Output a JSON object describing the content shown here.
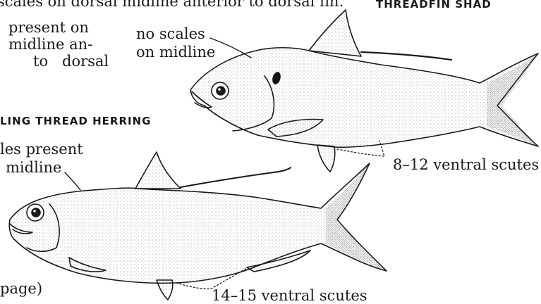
{
  "header": {
    "line": "scales on dorsal midline anterior to dorsal fin.",
    "species_top": "THREADFIN SHAD"
  },
  "left_text": {
    "line1": "present on",
    "line2": "midline an-",
    "line3a": "to",
    "line3b": "dorsal"
  },
  "species_bottom": "LING THREAD HERRING",
  "labels": {
    "no_scales_1": "no scales",
    "no_scales_2": "on midline",
    "scales_present_1": "les present",
    "scales_present_2": "midline",
    "ventral_top": "8–12 ventral  scutes",
    "ventral_bottom": "14–15 ventral  scutes",
    "page_ref": "page)"
  }
}
